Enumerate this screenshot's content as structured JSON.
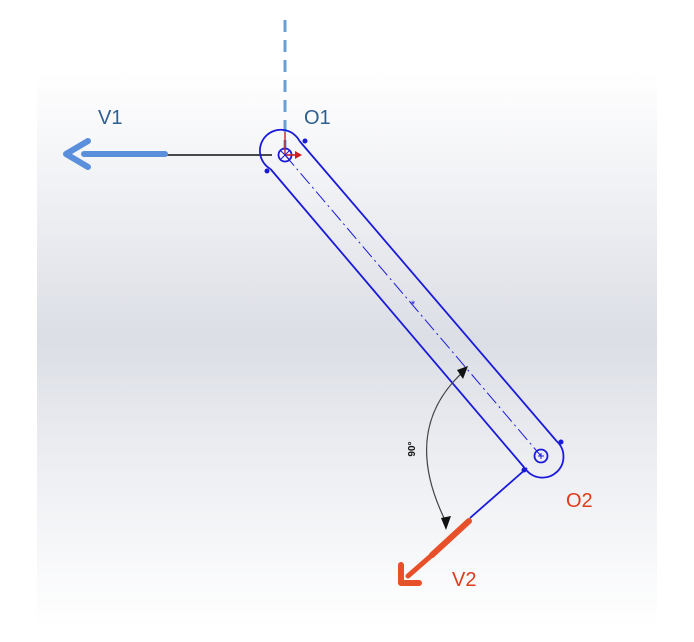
{
  "labels": {
    "v1": "V1",
    "o1": "O1",
    "o2": "O2",
    "v2": "V2",
    "angle": "90°"
  },
  "colors": {
    "link_blue": "#1a1adb",
    "v1_arrow": "#5a8fdc",
    "v2_arrow": "#e8502a",
    "o1_text": "#2e5f8f",
    "red_text": "#e03a1c",
    "axis_dashed": "#6a9fd4",
    "black": "#111111"
  }
}
